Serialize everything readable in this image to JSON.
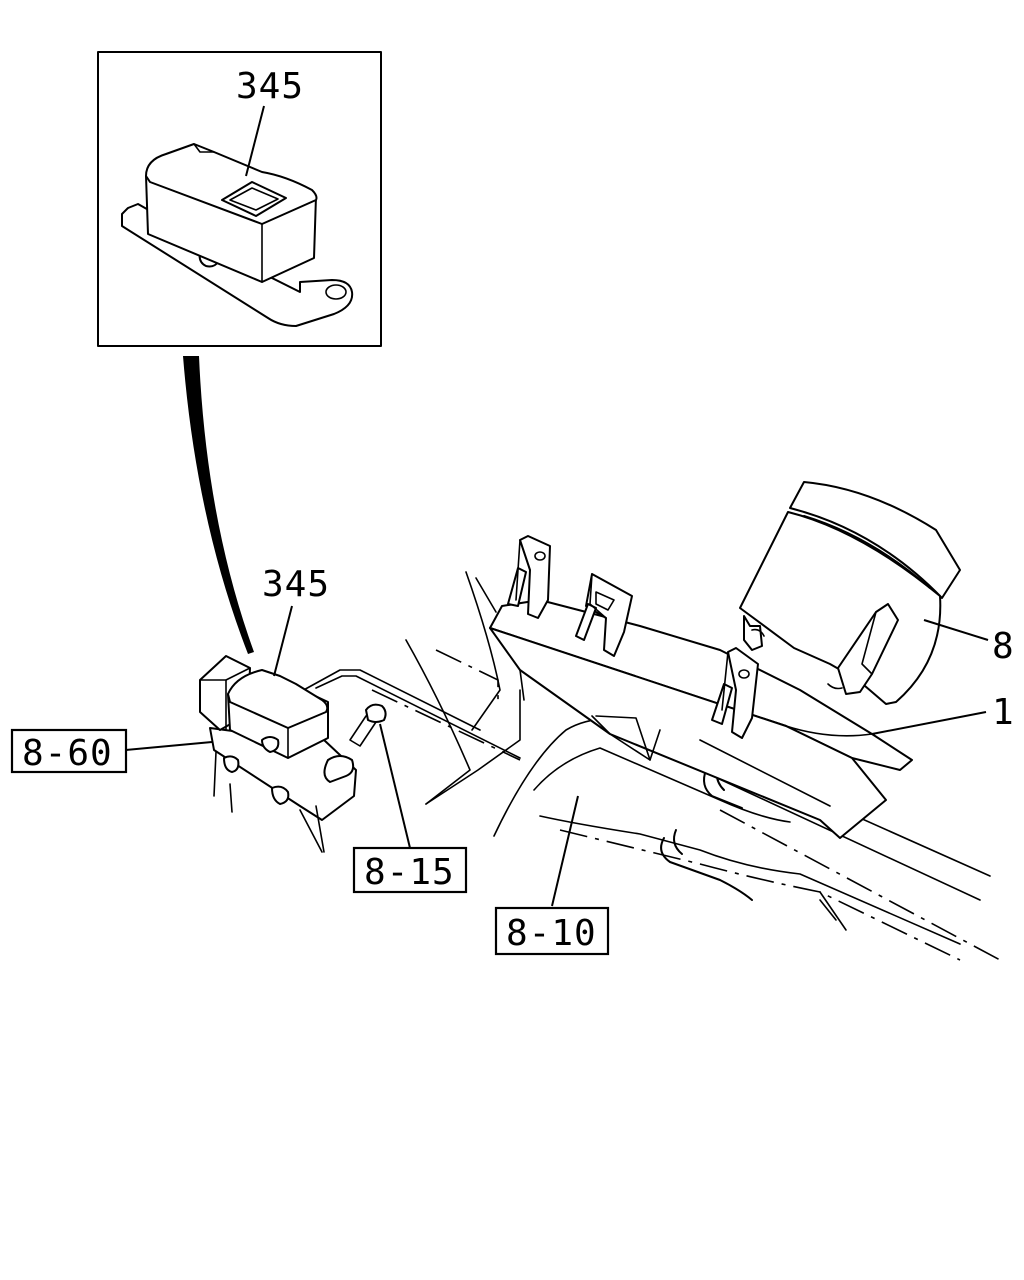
{
  "callouts": {
    "inset_part": "345",
    "main_part": "345",
    "gauge": "8",
    "panel": "1",
    "ref_8_60": "8-60",
    "ref_8_15": "8-15",
    "ref_8_10": "8-10"
  }
}
